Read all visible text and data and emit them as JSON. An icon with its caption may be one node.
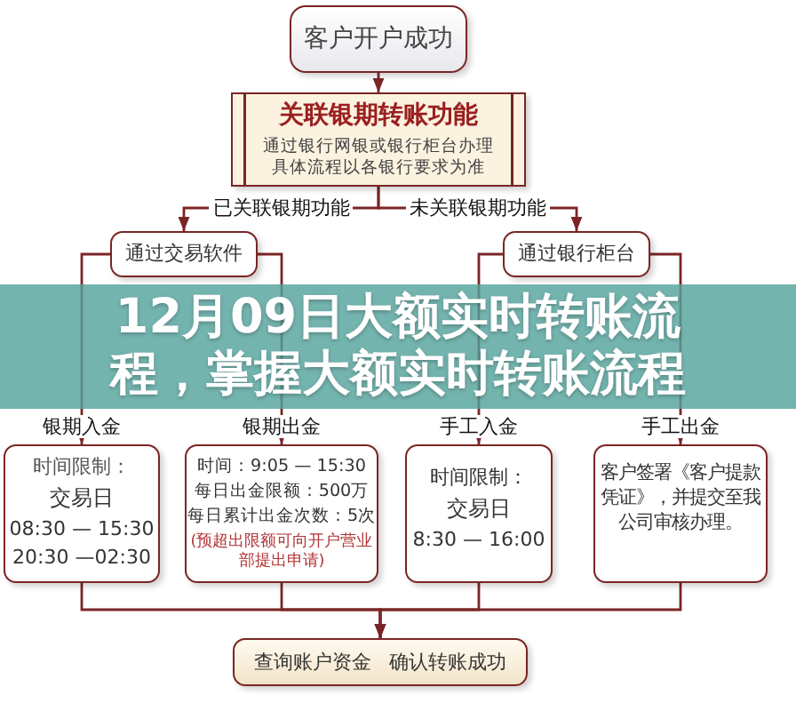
{
  "diagram": {
    "title": "12月09日大额实时转账流程，掌握大额实时转账流程",
    "nodes": [
      {
        "text": [
          "客户开户成功"
        ]
      },
      {
        "text": [
          "关联银期转账功能",
          "通过银行网银或银行柜台办理具体流程以各银行要求为准"
        ]
      },
      {
        "text": [
          "通过交易软件"
        ]
      },
      {
        "text": [
          "通过银行柜台"
        ]
      },
      {
        "text": [
          "时间限制：",
          "交易日",
          "08:30 — 15:30",
          "20:30 —02:30"
        ]
      },
      {
        "text": [
          "时间：9:05 — 15:30",
          "每日出金限额：500万",
          "每日累计出金次数：5次",
          "(预超出限额可向开户营业部提出申请)"
        ]
      },
      {
        "text": [
          "时间限制：",
          "交易日",
          "8:30 — 16:00"
        ]
      },
      {
        "text": [
          "客户签署《客户提款凭证》，并提交至我公司审核办理。"
        ]
      },
      {
        "text": [
          "查询账户资金 确认转账成功"
        ]
      }
    ],
    "edges": [
      {
        "from": 0,
        "to": 1,
        "arrow": "to"
      },
      {
        "from": 1,
        "to": 2,
        "arrow": "to",
        "label": "已关联银期功能"
      },
      {
        "from": 1,
        "to": 3,
        "arrow": "to",
        "label": "未关联银期功能"
      },
      {
        "from": 2,
        "to": 4,
        "arrow": "to",
        "label": "银期入金"
      },
      {
        "from": 2,
        "to": 5,
        "arrow": "to",
        "label": "银期出金"
      },
      {
        "from": 3,
        "to": 6,
        "arrow": "to",
        "label": "手工入金"
      },
      {
        "from": 3,
        "to": 7,
        "arrow": "to",
        "label": "手工出金"
      },
      {
        "from": 4,
        "to": 8,
        "arrow": "to"
      },
      {
        "from": 5,
        "to": 8,
        "arrow": "to"
      },
      {
        "from": 6,
        "to": 8,
        "arrow": "to"
      },
      {
        "from": 7,
        "to": 8,
        "arrow": "to"
      }
    ]
  }
}
